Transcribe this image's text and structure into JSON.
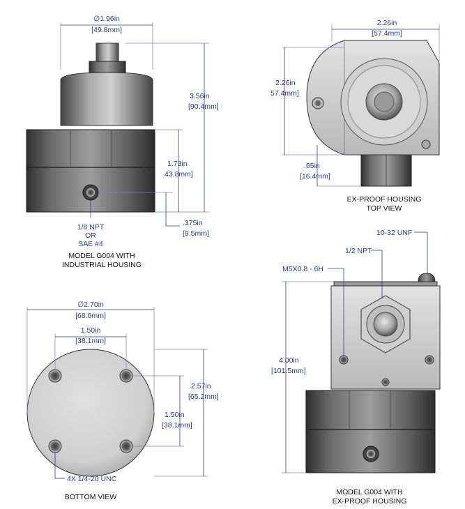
{
  "views": {
    "industrial": {
      "dia": [
        "∅1.96in",
        "[49.8mm]"
      ],
      "height": [
        "3.56in",
        "[90.4mm]"
      ],
      "body_h": [
        "1.73in",
        "43.8mm]"
      ],
      "port_offset": [
        ".375in",
        "[9.5mm]"
      ],
      "port": [
        "1/8 NPT",
        "OR",
        "SAE #4"
      ],
      "caption": [
        "MODEL G004 WITH",
        "INDUSTRIAL HOUSING"
      ]
    },
    "top": {
      "width": [
        "2.26in",
        "[57.4mm]"
      ],
      "depth": [
        "2.26in",
        "57.4mm]"
      ],
      "offset": [
        ".65in",
        "[16.4mm]"
      ],
      "caption": [
        "EX-PROOF HOUSING",
        "TOP VIEW"
      ]
    },
    "bottom": {
      "dia": [
        "∅2.70in",
        "[68.6mm]"
      ],
      "hole_x": [
        "1.50in",
        "[38.1mm]"
      ],
      "height": [
        "2.57in",
        "[65.2mm]"
      ],
      "hole_y": [
        "1.50in",
        "[38.1mm]"
      ],
      "holes": "4X  1/4-20 UNC",
      "caption": "BOTTOM VIEW"
    },
    "exproof": {
      "thread_unf": "10-32 UNF",
      "npt": "1/2 NPT",
      "metric": "M5X0.8 - 6H",
      "height": [
        "4.00in",
        "[101.5mm]"
      ],
      "caption": [
        "MODEL G004 WITH",
        "EX-PROOF HOUSING"
      ]
    }
  }
}
